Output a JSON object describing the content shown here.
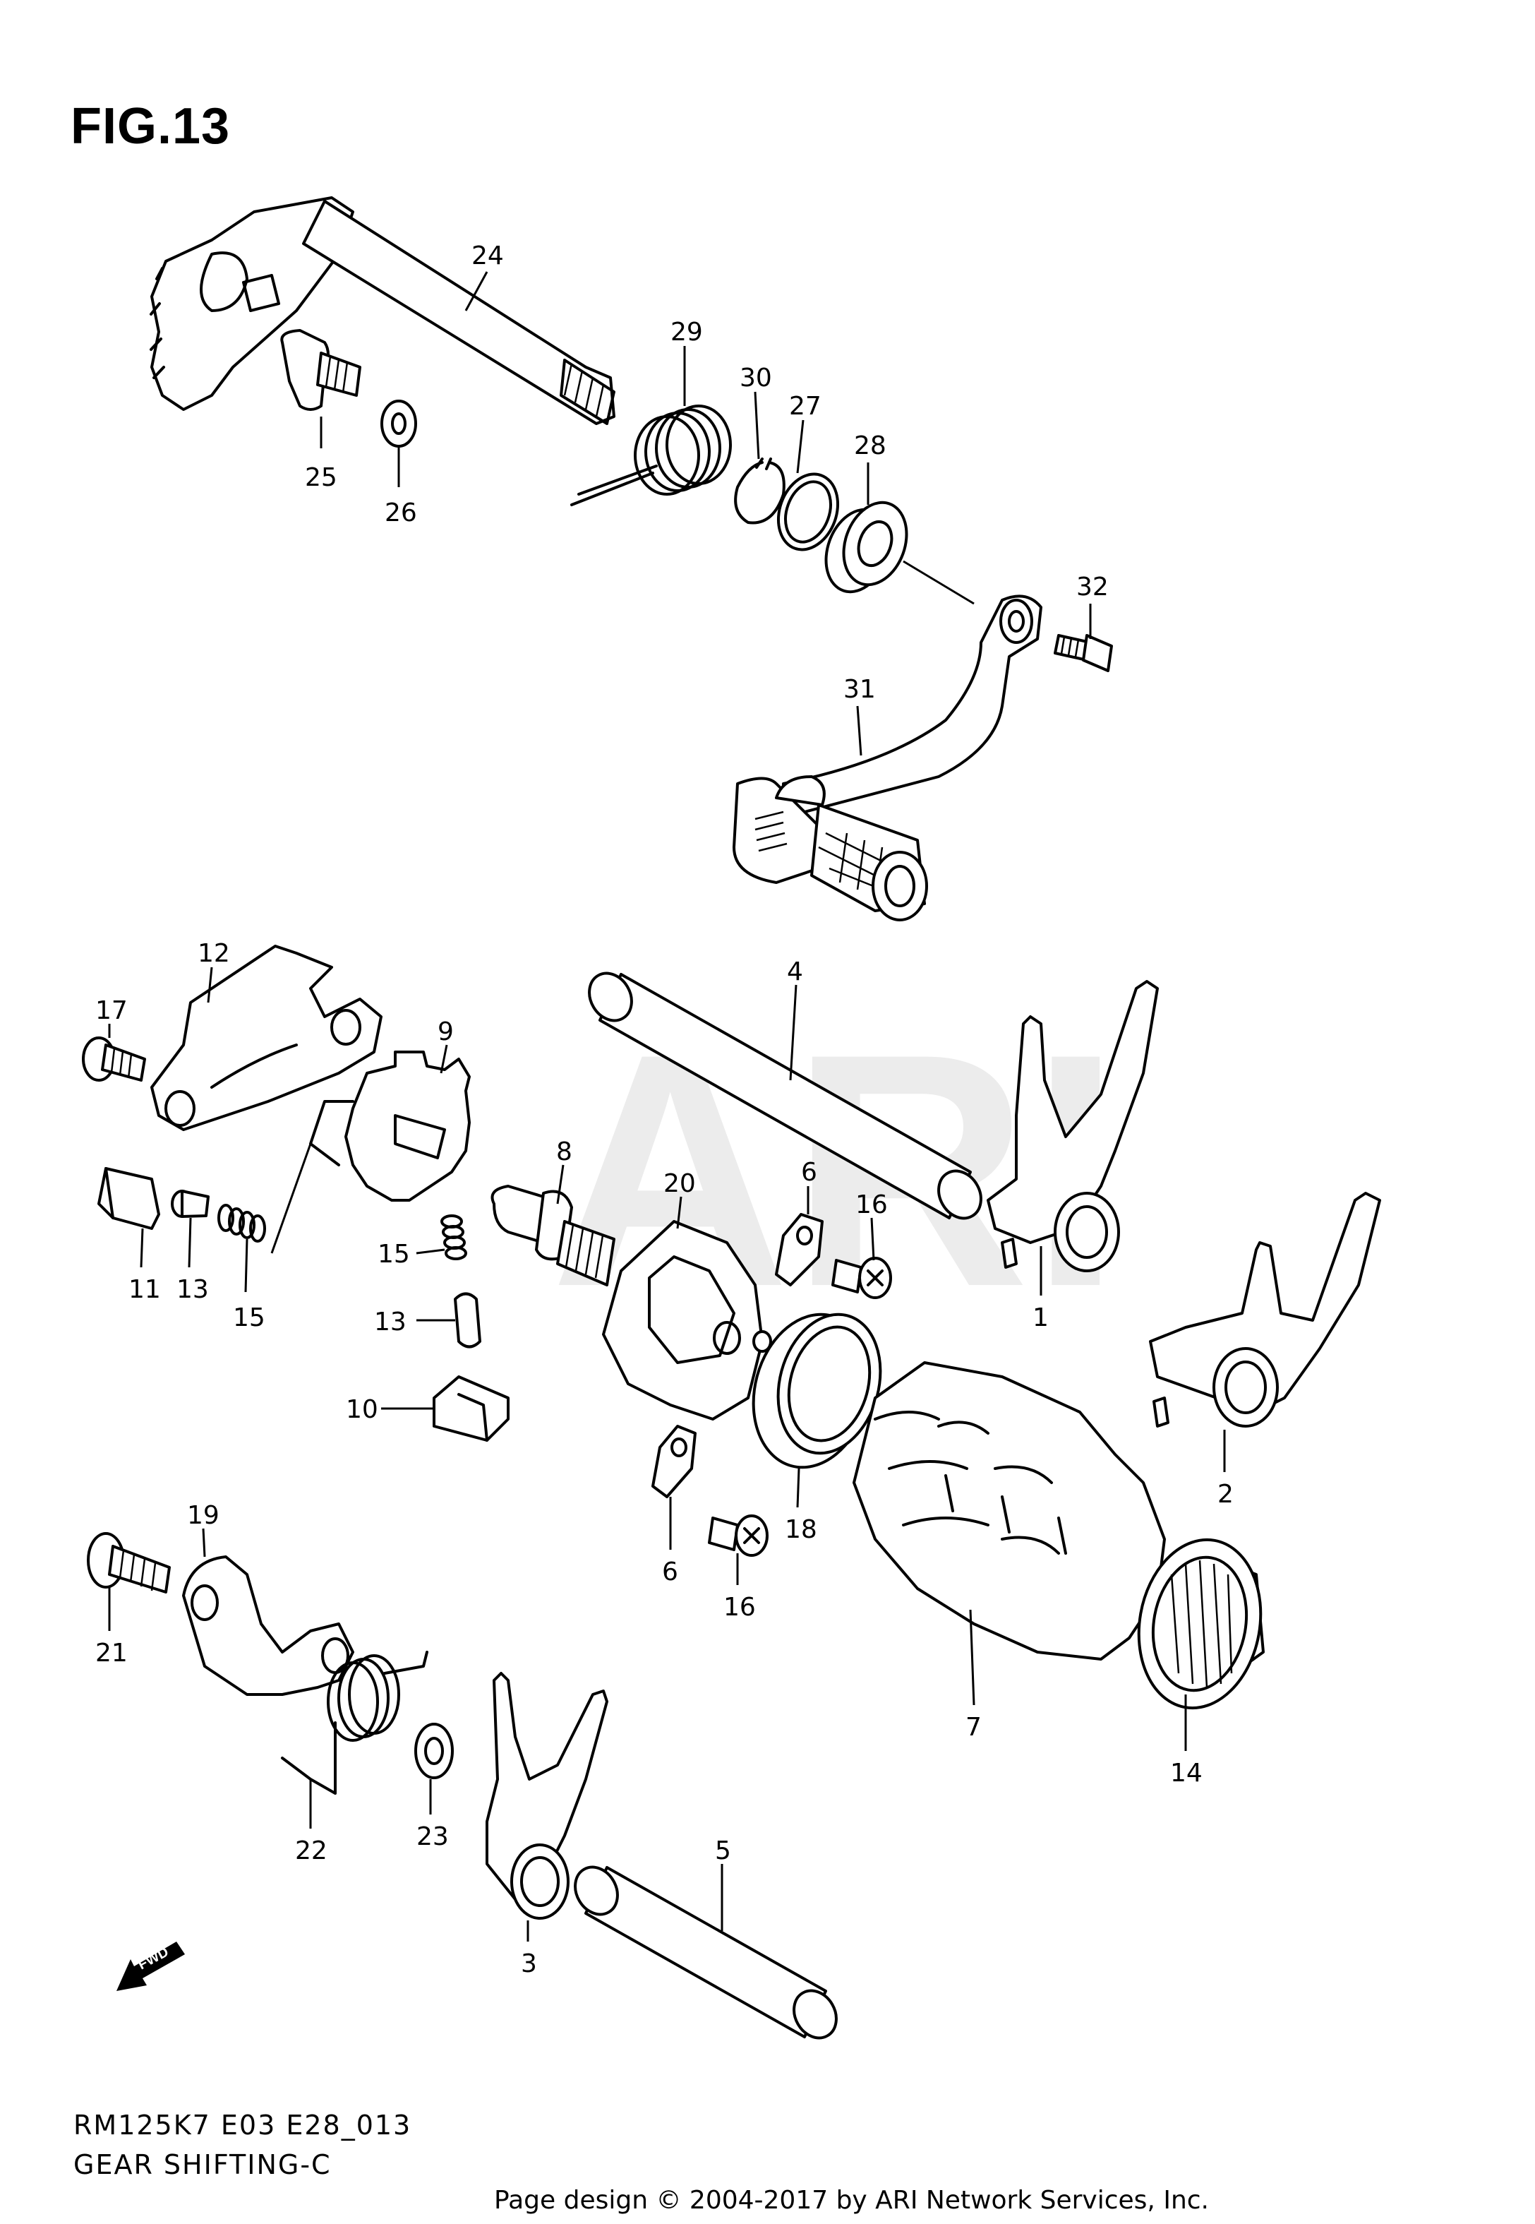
{
  "figure": {
    "title": "FIG.13",
    "watermark": "ARI",
    "fwd_label": "FWD",
    "model_code": "RM125K7 E03 E28_013",
    "section_name": "GEAR SHIFTING-C",
    "footer": "Page design © 2004-2017 by ARI Network Services, Inc."
  },
  "callouts": {
    "c1": "1",
    "c2": "2",
    "c3": "3",
    "c4": "4",
    "c5": "5",
    "c6a": "6",
    "c6b": "6",
    "c7": "7",
    "c8": "8",
    "c9": "9",
    "c10": "10",
    "c11": "11",
    "c12": "12",
    "c13a": "13",
    "c13b": "13",
    "c14": "14",
    "c15a": "15",
    "c15b": "15",
    "c16a": "16",
    "c16b": "16",
    "c17": "17",
    "c18": "18",
    "c19": "19",
    "c20": "20",
    "c21": "21",
    "c22": "22",
    "c23": "23",
    "c24": "24",
    "c25": "25",
    "c26": "26",
    "c27": "27",
    "c28": "28",
    "c29": "29",
    "c30": "30",
    "c31": "31",
    "c32": "32"
  }
}
